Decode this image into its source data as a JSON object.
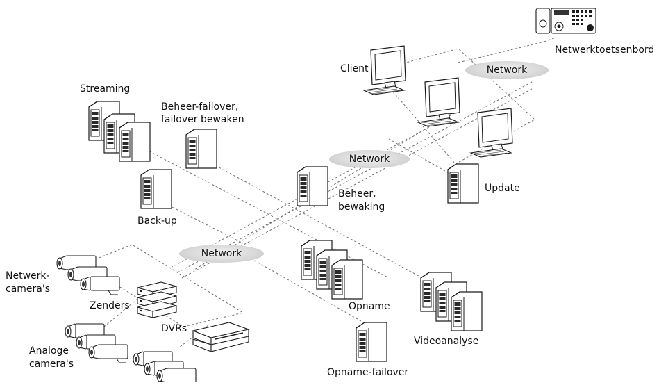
{
  "nodes": {
    "keyboard": "Netwerktoetsenbord",
    "client": "Client",
    "streaming": "Streaming",
    "mgmt_failover_line1": "Beheer-failover,",
    "mgmt_failover_line2": "failover bewaken",
    "backup": "Back-up",
    "management_line1": "Beheer,",
    "management_line2": "bewaking",
    "update": "Update",
    "network_cameras_line1": "Netwerk-",
    "network_cameras_line2": "camera's",
    "encoders": "Zenders",
    "dvrs": "DVRs",
    "analog_cameras_line1": "Analoge",
    "analog_cameras_line2": "camera's",
    "recording": "Opname",
    "video_analytics": "Videoanalyse",
    "recording_failover": "Opname-failover"
  },
  "networks": {
    "top": "Network",
    "middle": "Network",
    "bottom": "Network"
  },
  "colors": {
    "line": "#6f6f6f",
    "device_stroke": "#1a1a1a",
    "screen": "#ffffff",
    "cloud": "#d6d6d6"
  }
}
